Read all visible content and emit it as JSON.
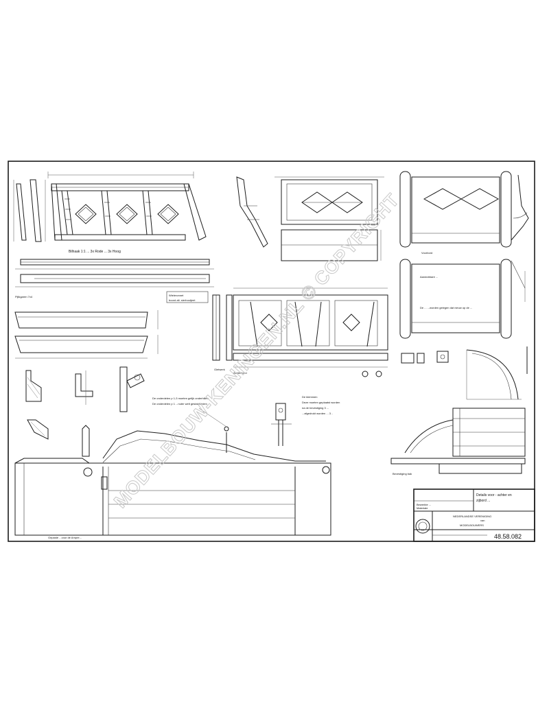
{
  "labels": {
    "view1_caption": "Bilhaak 1:1 ... 3x Rode ... 3x Hoog",
    "rail_caption": "Pijlkgaren 7x4 ",
    "small_note_1": "Wieleronnet",
    "small_note_2": "boord alt. sierhoutjeet",
    "stand_label": "Gietwerk",
    "side_label": "Achterbord",
    "note_left_1": "De onderdelen p 1-3 moeten gelijk onderhillen",
    "note_left_2": "De onderdelen p 1 ...nuter welt gestaldeeden",
    "note_right_1": "De klemmen",
    "note_right_2": "Deze moeten geplaatst worden",
    "note_right_3": "na de bevestiging 3 ...",
    "note_right_4": "...afgedrukt worden ... 3 ..",
    "caption_bottom_left": "Gepaste ...voor de Ampre...",
    "caption_bottom_right": "Bevestiging bak",
    "panel_right_note_1": "Aandobbare ... ",
    "panel_right_note_2": "De ... ...worden gelegen dat nieuw op de ..."
  },
  "title_block": {
    "project_line_1": "Bewerkte ...",
    "project_line_2": "Materiale",
    "drawing_title_1": "Details voor - achter en",
    "drawing_title_2": "zijbord ...",
    "company_1": "NEDERLANDSE VERENIGING",
    "company_2": "van",
    "company_3": "MODELBOUWERS",
    "drawing_number": "48.58.082"
  },
  "watermark": "MODELBOUW-KENINGEN.NL © COPYRIGHT"
}
